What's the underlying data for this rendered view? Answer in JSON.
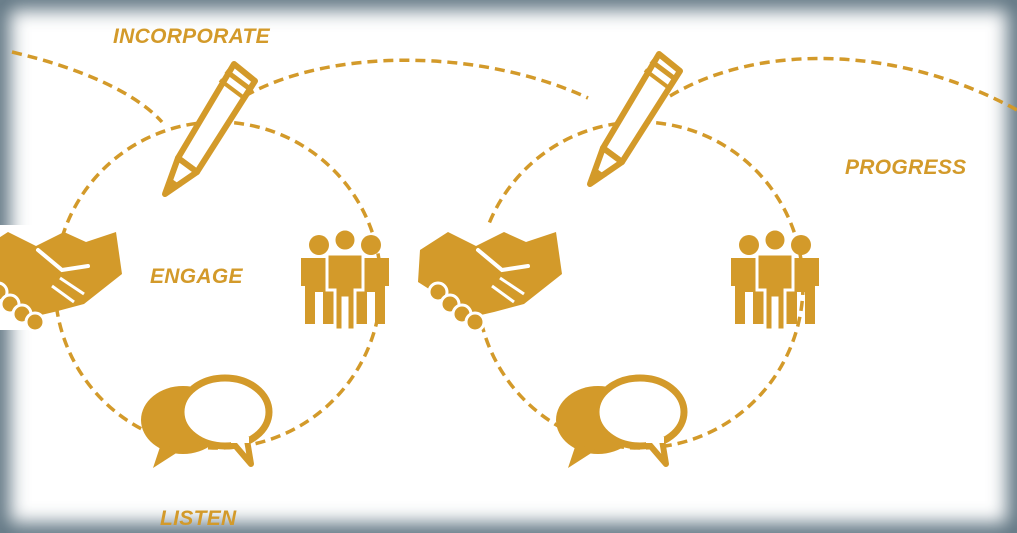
{
  "labels": {
    "incorporate": "INCORPORATE",
    "engage": "ENGAGE",
    "listen": "LISTEN",
    "progress": "PROGRESS"
  },
  "icons": {
    "cycle_1": [
      "pencil-icon",
      "handshake-icon",
      "people-group-icon",
      "speech-bubbles-icon"
    ],
    "cycle_2": [
      "pencil-icon",
      "handshake-icon",
      "people-group-icon",
      "speech-bubbles-icon"
    ]
  },
  "colors": {
    "accent": "#d39a2a",
    "background": "#ffffff",
    "frame": "#5a6e7a"
  }
}
